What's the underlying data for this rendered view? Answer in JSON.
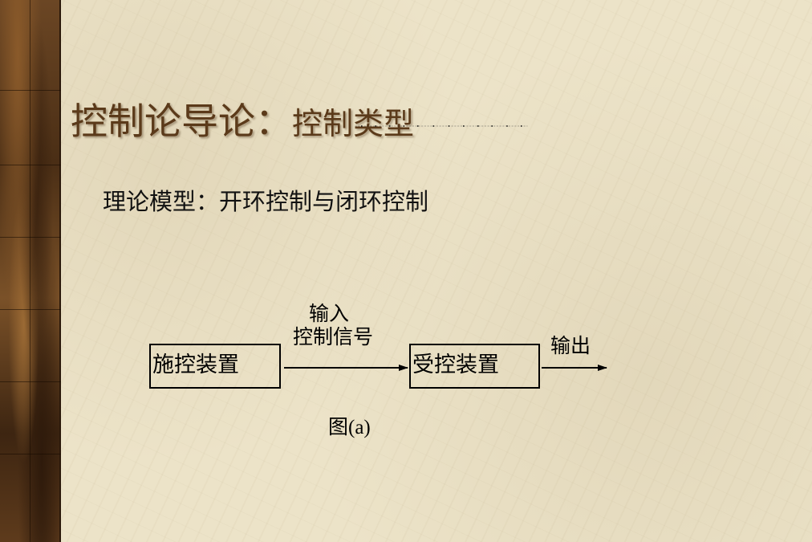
{
  "slide": {
    "title_main": "控制论导论：",
    "title_sub": "控制类型",
    "subtitle": "理论模型：开环控制与闭环控制"
  },
  "diagram": {
    "controller_box": "施控装置",
    "plant_box": "受控装置",
    "input_label_line1": "输入",
    "input_label_line2": "控制信号",
    "output_label": "输出",
    "caption": "图(a)"
  },
  "colors": {
    "background": "#ece3c8",
    "title": "#5b3a1a",
    "side_strip": "#5a3a1e",
    "rule": "#333333"
  }
}
